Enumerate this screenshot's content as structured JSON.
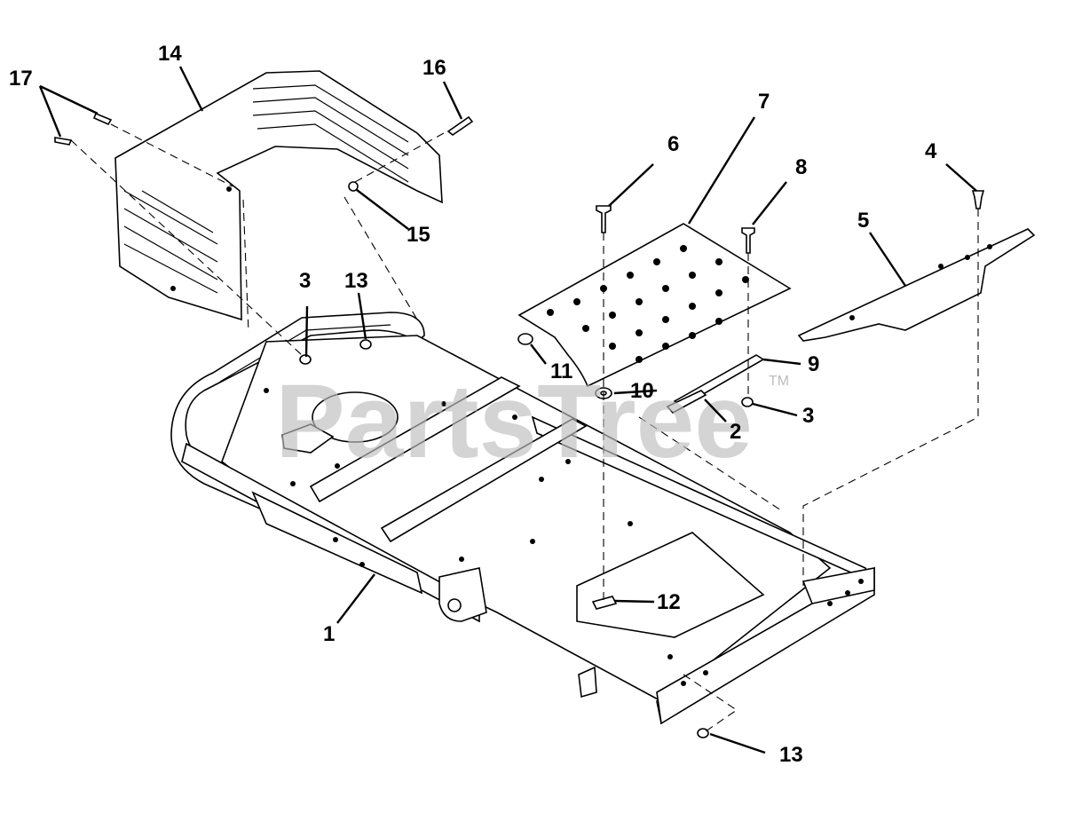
{
  "diagram": {
    "callouts": [
      {
        "id": "c1",
        "label": "1"
      },
      {
        "id": "c2",
        "label": "2"
      },
      {
        "id": "c3a",
        "label": "3"
      },
      {
        "id": "c3b",
        "label": "3"
      },
      {
        "id": "c4",
        "label": "4"
      },
      {
        "id": "c5",
        "label": "5"
      },
      {
        "id": "c6",
        "label": "6"
      },
      {
        "id": "c7",
        "label": "7"
      },
      {
        "id": "c8",
        "label": "8"
      },
      {
        "id": "c9",
        "label": "9"
      },
      {
        "id": "c10",
        "label": "10"
      },
      {
        "id": "c11",
        "label": "11"
      },
      {
        "id": "c12",
        "label": "12"
      },
      {
        "id": "c13a",
        "label": "13"
      },
      {
        "id": "c13b",
        "label": "13"
      },
      {
        "id": "c14",
        "label": "14"
      },
      {
        "id": "c15",
        "label": "15"
      },
      {
        "id": "c16",
        "label": "16"
      },
      {
        "id": "c17",
        "label": "17"
      }
    ]
  },
  "watermark": {
    "text": "PartsTree",
    "trademark": "TM"
  }
}
